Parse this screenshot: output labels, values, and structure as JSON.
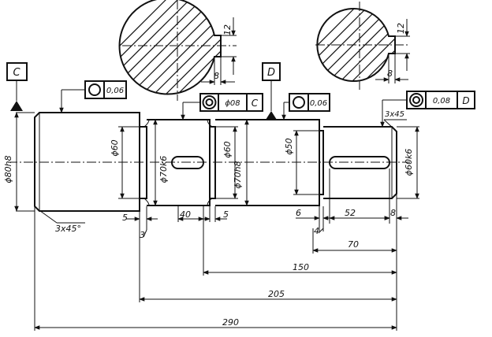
{
  "datums": {
    "c": "C",
    "d": "D"
  },
  "tolerance_frames": {
    "f1": {
      "value": "0,06"
    },
    "f2": {
      "value": "ϕ08",
      "ref": "C"
    },
    "f3": {
      "value": "0,06"
    },
    "f4": {
      "value": "0,08",
      "ref": "D"
    }
  },
  "diameters": {
    "d80": "ϕ80h8",
    "d60a": "ϕ60",
    "d70k6": "ϕ70k6",
    "d60b": "ϕ60",
    "d70h8": "ϕ70h8",
    "d50": "ϕ50",
    "d60k6": "ϕ60k6"
  },
  "chamfers": {
    "left": "3x45°",
    "right": "3x45"
  },
  "section_dims": {
    "s1_depth": "12",
    "s1_width": "8",
    "s2_depth": "12",
    "s2_width": "8"
  },
  "lengths": {
    "l5a": "5",
    "l3": "3",
    "l40": "40",
    "l5b": "5",
    "l6": "6",
    "l4": "4",
    "l52": "52",
    "l8": "8",
    "l70": "70",
    "l150": "150",
    "l205": "205",
    "l290": "290"
  }
}
